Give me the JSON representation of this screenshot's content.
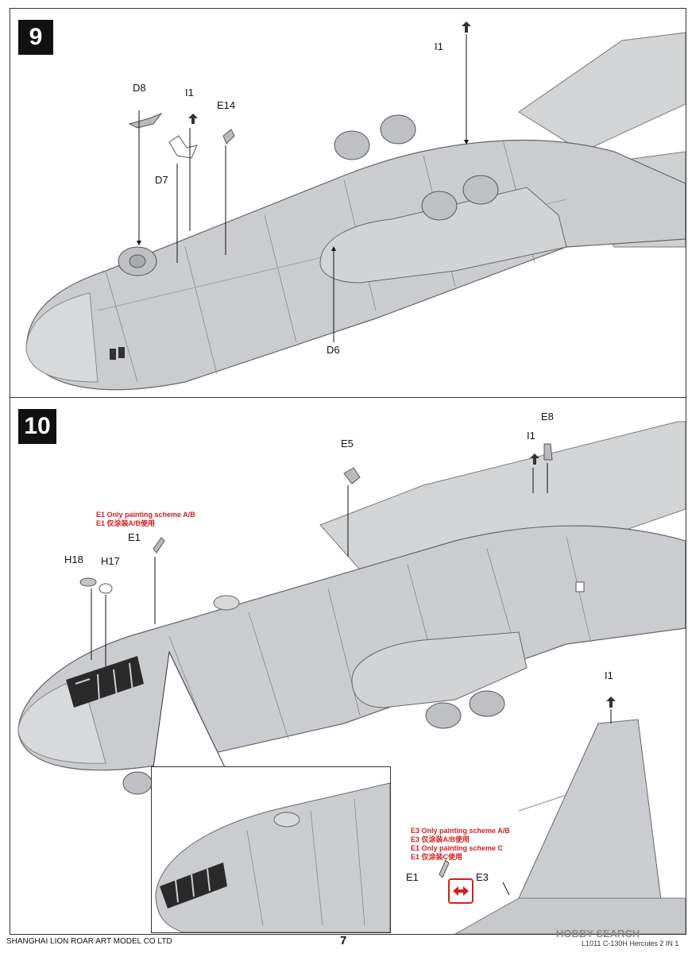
{
  "steps": {
    "s9": {
      "number": "9",
      "parts": [
        "D8",
        "I1",
        "E14",
        "D7",
        "I1",
        "D6"
      ]
    },
    "s10": {
      "number": "10",
      "parts": [
        "E5",
        "E8",
        "I1",
        "E1",
        "H18",
        "H17",
        "I1",
        "E1",
        "E3"
      ],
      "notes": {
        "e1_ab_en": "E1 Only painting scheme A/B",
        "e1_ab_cn": "E1 仅涂装A/B使用",
        "e3_ab_en": "E3 Only painting scheme A/B",
        "e3_ab_cn": "E3 仅涂装A/B使用",
        "e1_c_en": "E1 Only painting scheme C",
        "e1_c_cn": "E1 仅涂装C使用"
      }
    }
  },
  "footer": {
    "company": "SHANGHAI LION ROAR ART MODEL CO LTD",
    "page": "7",
    "product": "L1011 C-130H Hercules 2 IN 1",
    "watermark": "HOBBY SEARCH"
  },
  "colors": {
    "accent_red": "#d11f1f",
    "model_grey": "#c9cacc",
    "ink": "#111111"
  }
}
